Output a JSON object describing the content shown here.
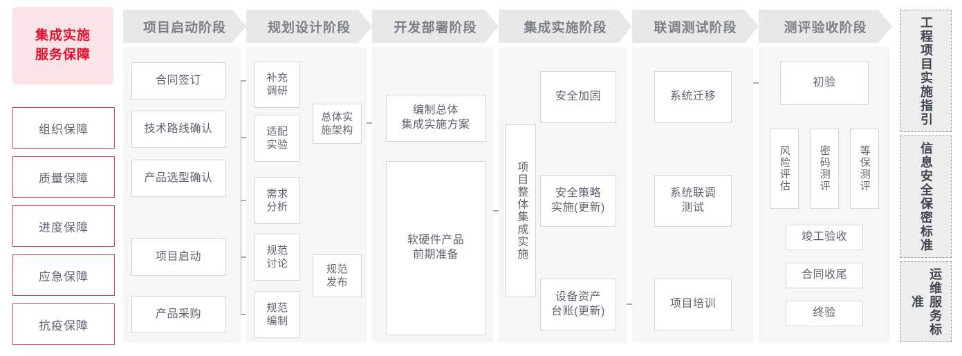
{
  "sidebar_left": {
    "title": "集成实施\n服务保障",
    "title_line1": "集成实施",
    "title_line2": "服务保障",
    "items": [
      {
        "label": "组织保障"
      },
      {
        "label": "质量保障"
      },
      {
        "label": "进度保障"
      },
      {
        "label": "应急保障"
      },
      {
        "label": "抗疫保障"
      }
    ]
  },
  "phases": [
    {
      "id": "p1",
      "title": "项目启动阶段"
    },
    {
      "id": "p2",
      "title": "规划设计阶段"
    },
    {
      "id": "p3",
      "title": "开发部署阶段"
    },
    {
      "id": "p4",
      "title": "集成实施阶段"
    },
    {
      "id": "p5",
      "title": "联调测试阶段"
    },
    {
      "id": "p6",
      "title": "测评验收阶段"
    }
  ],
  "nodes": {
    "n_hetong": "合同签订",
    "n_jishu": "技术路线确认",
    "n_chanpinxuanxing": "产品选型确认",
    "n_xiangmuqidong": "项目启动",
    "n_chanpincaigou": "产品采购",
    "n_buchong": "补充\n调研",
    "n_buchong_l1": "补充",
    "n_buchong_l2": "调研",
    "n_shipei": "适配\n实验",
    "n_shipei_l1": "适配",
    "n_shipei_l2": "实验",
    "n_xuqiu": "需求\n分析",
    "n_xuqiu_l1": "需求",
    "n_xuqiu_l2": "分析",
    "n_guifantaolun_l1": "规范",
    "n_guifantaolun_l2": "讨论",
    "n_guifanbianzhi_l1": "规范",
    "n_guifanbianzhi_l2": "编制",
    "n_zongti_l1": "总体实",
    "n_zongti_l2": "施架构",
    "n_guifanfabu_l1": "规范",
    "n_guifanfabu_l2": "发布",
    "n_bianzhi_l1": "编制总体",
    "n_bianzhi_l2": "集成实施方案",
    "n_ruanying_l1": "软硬件产品",
    "n_ruanying_l2": "前期准备",
    "n_zhengti": "项目整体集成实施",
    "n_anquanjiagu": "安全加固",
    "n_anquance_l1": "安全策略",
    "n_anquance_l2": "实施(更新)",
    "n_shebei_l1": "设备资产",
    "n_shebei_l2": "台账(更新)",
    "n_xitongqianyi": "系统迁移",
    "n_xitongliantiao_l1": "系统联调",
    "n_xitongliantiao_l2": "测试",
    "n_xiangmupeixun": "项目培训",
    "n_chuyan": "初验",
    "n_fengxian": "风险评估",
    "n_mima": "密码测评",
    "n_dengbao": "等保测评",
    "n_jungong": "竣工验收",
    "n_hetongshouwei": "合同收尾",
    "n_zhongyan": "终验"
  },
  "sidebar_right": {
    "items": [
      {
        "label": "工程项目实施指引"
      },
      {
        "label": "信息安全保密标准"
      },
      {
        "label": "运维服务标准"
      }
    ]
  },
  "colors": {
    "accent_red": "#e60f2e",
    "accent_border": "#e0435c",
    "accent_bg": "#fbe4e8",
    "phase_head_bg": "#e8e8e8",
    "phase_body_bg": "#f6f6f6",
    "node_border": "#d6d6d6",
    "text": "#5d6470",
    "wire": "#8d8d8d"
  }
}
